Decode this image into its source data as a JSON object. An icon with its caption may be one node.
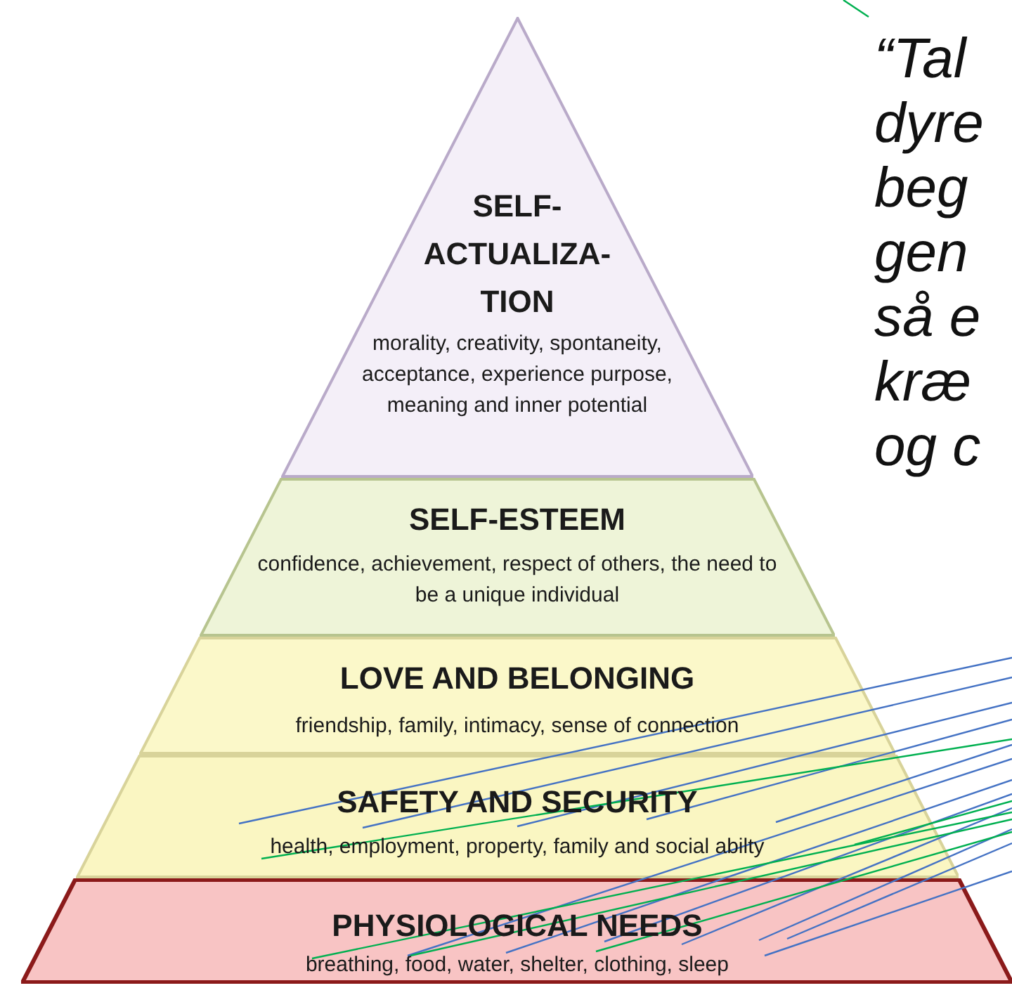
{
  "diagram": {
    "nodes": [
      {
        "text": [
          "SELF- ACTUALIZA- TION",
          "morality, creativity, spontaneity, acceptance, experience purpose, meaning and inner potential"
        ]
      },
      {
        "text": [
          "SELF-ESTEEM",
          "confidence, achievement, respect of others, the need to be a unique individual"
        ]
      },
      {
        "text": [
          "LOVE AND BELONGING",
          "friendship, family, intimacy, sense of connection"
        ]
      },
      {
        "text": [
          "SAFETY AND SECURITY",
          "health, employment, property, family and social abilty"
        ]
      },
      {
        "text": [
          "PHYSIOLOGICAL NEEDS",
          "breathing, food, water, shelter, clothing, sleep"
        ]
      }
    ],
    "edges": [
      {
        "from": null,
        "to": 3,
        "arrow": "none"
      },
      {
        "from": null,
        "to": 3,
        "arrow": "none"
      },
      {
        "from": null,
        "to": 3,
        "arrow": "none"
      },
      {
        "from": null,
        "to": 3,
        "arrow": "none"
      },
      {
        "from": null,
        "to": 3,
        "arrow": "none"
      },
      {
        "from": null,
        "to": 4,
        "arrow": "none"
      },
      {
        "from": null,
        "to": 4,
        "arrow": "none"
      },
      {
        "from": null,
        "to": 4,
        "arrow": "none"
      },
      {
        "from": null,
        "to": 4,
        "arrow": "none"
      },
      {
        "from": null,
        "to": 4,
        "arrow": "none"
      },
      {
        "from": null,
        "to": 4,
        "arrow": "none"
      },
      {
        "from": null,
        "to": 4,
        "arrow": "none"
      },
      {
        "from": null,
        "to": 3,
        "arrow": "none",
        "color": "#00b050"
      },
      {
        "from": null,
        "to": 3,
        "arrow": "none",
        "color": "#00b050"
      },
      {
        "from": null,
        "to": 4,
        "arrow": "none",
        "color": "#00b050"
      },
      {
        "from": null,
        "to": 4,
        "arrow": "none",
        "color": "#00b050"
      },
      {
        "from": null,
        "to": 4,
        "arrow": "none",
        "color": "#00b050"
      }
    ],
    "labels": [
      "“Tal",
      "dyre",
      "beg",
      "gen",
      "så e",
      "kræ",
      "og c"
    ]
  }
}
